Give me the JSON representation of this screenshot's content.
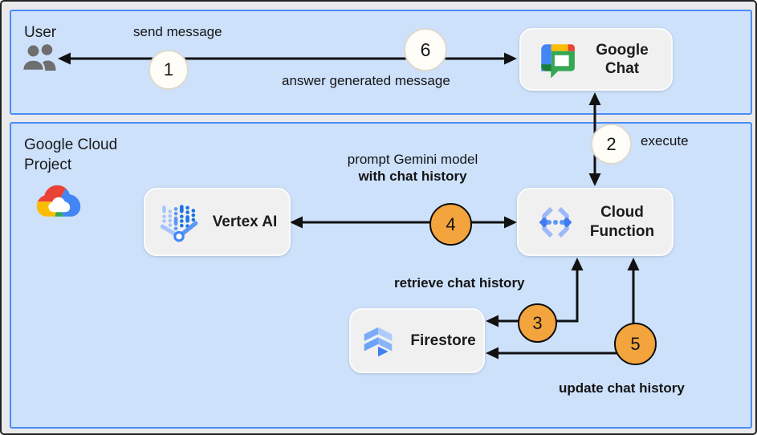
{
  "zones": {
    "user": {
      "label": "User"
    },
    "gcp": {
      "label": "Google Cloud Project"
    }
  },
  "nodes": {
    "google_chat": {
      "label": "Google Chat",
      "icon": "google-chat-icon"
    },
    "vertex_ai": {
      "label": "Vertex AI",
      "icon": "vertex-ai-icon"
    },
    "cloud_function": {
      "label": "Cloud Function",
      "icon": "cloud-functions-icon"
    },
    "firestore": {
      "label": "Firestore",
      "icon": "firestore-icon"
    }
  },
  "steps": [
    {
      "number": "1",
      "badge": "light"
    },
    {
      "number": "2",
      "badge": "light"
    },
    {
      "number": "3",
      "badge": "orange"
    },
    {
      "number": "4",
      "badge": "orange"
    },
    {
      "number": "5",
      "badge": "orange"
    },
    {
      "number": "6",
      "badge": "light"
    }
  ],
  "edge_labels": {
    "send_message": "send message",
    "answer": "answer generated message",
    "execute": "execute",
    "prompt_line1": "prompt Gemini model",
    "prompt_line2": "with chat history",
    "retrieve": "retrieve chat history",
    "update": "update chat history"
  },
  "colors": {
    "zone_fill": "#cde1fb",
    "zone_border": "#4a8cf7",
    "canvas_bg": "#e9eaec",
    "canvas_border": "#222222",
    "node_fill": "#f0f0f1",
    "node_border": "#fbfbfb",
    "step_orange": "#f3a43d",
    "step_light": "#fffdf8",
    "arrow": "#111111",
    "text": "#161616"
  }
}
